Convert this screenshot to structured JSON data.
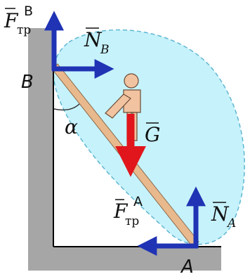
{
  "labels": {
    "friction_top_letter": "F",
    "friction_top_sub": "тр",
    "friction_top_sup": "B",
    "normal_top_letter": "N",
    "normal_top_sub": "B",
    "point_b": "B",
    "angle": "α",
    "weight": "G",
    "friction_bottom_letter": "F",
    "friction_bottom_sub": "тр",
    "friction_bottom_sup": "A",
    "normal_bottom_letter": "N",
    "normal_bottom_sub": "A",
    "point_a": "A"
  },
  "colors": {
    "wall": "#a6a6a6",
    "wall_shadow": "#8c8c8c",
    "force_arrow": "#1f33b4",
    "weight_arrow": "#e0161c",
    "ladder": "#e9b98e",
    "ladder_edge": "#8a6a4a",
    "region_fill": "#c6f2fb",
    "region_edge": "#5fb6d1",
    "person": "#f2c3a0"
  }
}
